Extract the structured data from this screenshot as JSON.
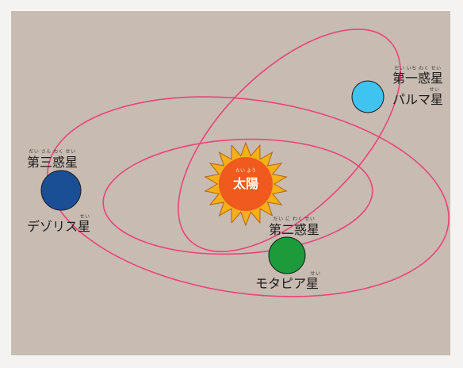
{
  "colors": {
    "background": "#c8bbb2",
    "orbit": "#e8457a",
    "sun_core": "#f05a1e",
    "sun_rays": "#f4b01a",
    "planet_first": "#3fc3f0",
    "planet_second": "#1d9a3a",
    "planet_third": "#1a4f96"
  },
  "sun": {
    "label": "太陽",
    "ruby": "たい よう"
  },
  "planets": [
    {
      "id": "first",
      "label": "第一惑星",
      "label_ruby": "だい いち わく せい",
      "name": "パルマ星",
      "name_ruby": "せい"
    },
    {
      "id": "second",
      "label": "第二惑星",
      "label_ruby": "だい に わく せい",
      "name": "モタピア星",
      "name_ruby": "せい"
    },
    {
      "id": "third",
      "label": "第三惑星",
      "label_ruby": "だい さん わく せい",
      "name": "デゾリス星",
      "name_ruby": "せい"
    }
  ]
}
